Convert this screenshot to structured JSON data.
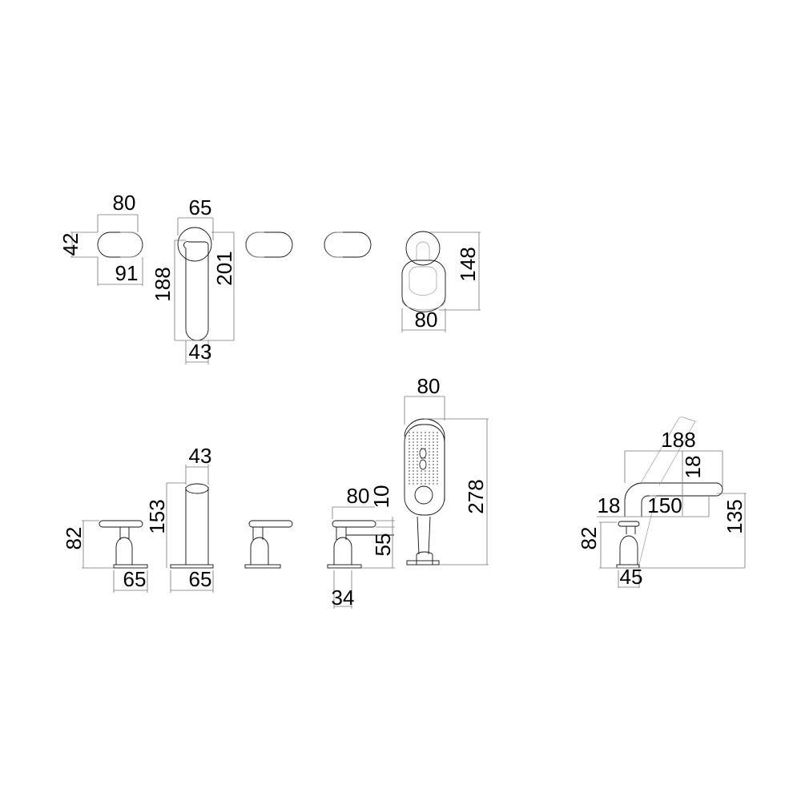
{
  "top_view": {
    "handle": {
      "width": "80",
      "height": "42",
      "length": "91"
    },
    "spout": {
      "base_width": "65",
      "length_inner": "188",
      "length_total": "201",
      "body_width": "43"
    },
    "hand_shower": {
      "length": "148",
      "width": "80"
    }
  },
  "front_view": {
    "handle": {
      "height": "82",
      "base_width": "65"
    },
    "spout": {
      "top_width": "43",
      "height": "153",
      "base_width": "65"
    },
    "diverter": {
      "lever_length": "80",
      "lever_thickness": "10",
      "lever_height": "55",
      "stem_width": "34"
    },
    "hand_shower": {
      "width": "80",
      "height": "278"
    }
  },
  "side_view": {
    "shower_length": "188",
    "shower_thickness": "18",
    "spout_thickness": "18",
    "spout_reach": "150",
    "spout_height": "135",
    "handle_height": "82",
    "base_width": "45"
  }
}
